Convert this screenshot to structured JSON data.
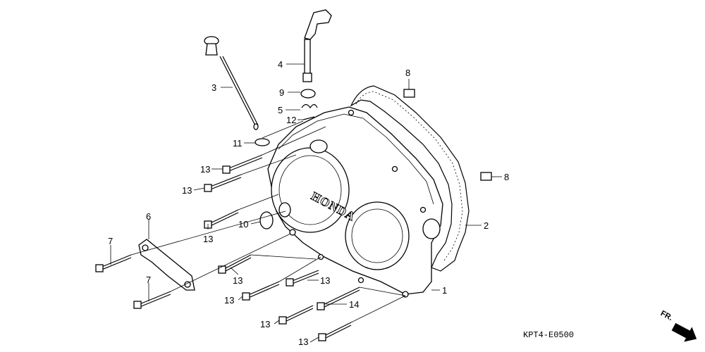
{
  "diagram": {
    "brand_mark": "HONDA",
    "drawing_code": "KPT4-E0500",
    "direction_label": "FR.",
    "labels": {
      "l1": "1",
      "l2": "2",
      "l3": "3",
      "l4": "4",
      "l5": "5",
      "l6": "6",
      "l7a": "7",
      "l7b": "7",
      "l8a": "8",
      "l8b": "8",
      "l9": "9",
      "l10": "10",
      "l11": "11",
      "l12": "12",
      "l13a": "13",
      "l13b": "13",
      "l13c": "13",
      "l13d": "13",
      "l13e": "13",
      "l13f": "13",
      "l13g": "13",
      "l13h": "13",
      "l14": "14"
    }
  }
}
